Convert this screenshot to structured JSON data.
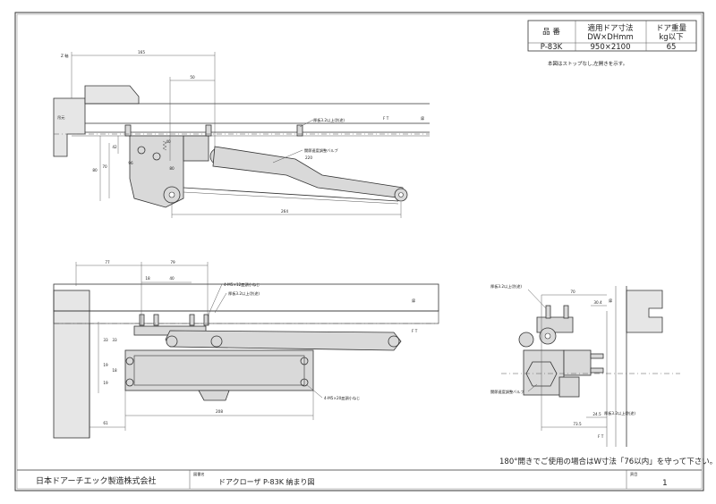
{
  "spec_table": {
    "headers": [
      "品番",
      "適用ドア寸法 DW×DHmm",
      "ドア重量 kg以下"
    ],
    "header_model": "品 番",
    "header_dim_line1": "適用ドア寸法",
    "header_dim_line2": "DW×DHmm",
    "header_weight_line1": "ドア重量",
    "header_weight_line2": "kg以下",
    "row": {
      "model": "P-83K",
      "dimensions": "950×2100",
      "weight": "65"
    }
  },
  "note_top": "本図はストップなし,左開きを示す。",
  "note_bottom": "180°開きでご使用の場合はW寸法「76以内」を守って下さい。",
  "title_block": {
    "company": "日本ドアーチエック製造株式会社",
    "drawing_name_label": "図番名",
    "drawing_name": "ドアクローザ P-83K 納まり図",
    "sheet_label": "頁目",
    "sheet_no": "1"
  },
  "labels": {
    "hoso": "吊元",
    "ff": "F T",
    "door": "扉",
    "z_axis": "Z 軸",
    "kansetsu_bolt": "関節速度調整バルブ",
    "screws_top": "4-M5×12皿頭小ねじ",
    "screws_bottom": "4-M5×20皿頭小ねじ",
    "pitch_main": "厚板3.2以上(別途)",
    "pitch_right": "厚板3.2以上(別途)",
    "pitch_right_bottom": "厚板3.2以上(別途)"
  },
  "dimensions": {
    "front": [
      "165",
      "50",
      "264",
      "80",
      "70",
      "42",
      "40",
      "80",
      "96",
      "220"
    ],
    "plan": [
      "77",
      "79",
      "18",
      "40",
      "33",
      "33",
      "19",
      "18",
      "19",
      "61",
      "208"
    ],
    "side": [
      "70",
      "30.4",
      "24.5",
      "73.5"
    ]
  }
}
